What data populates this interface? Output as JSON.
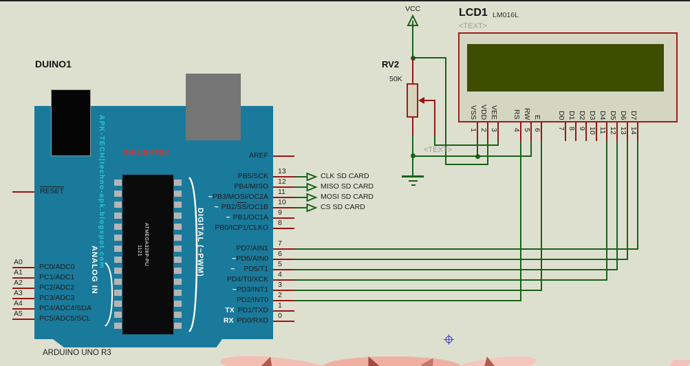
{
  "window": {
    "bg": "#dee0cf",
    "top_border": "#1f1f1f"
  },
  "colors": {
    "board_teal": "#1a7a9b",
    "wire_green": "#176117",
    "wire_red": "#961414",
    "component_red": "#9d1c1c",
    "lcd_screen": "#3f4d02",
    "lcd_body": "#d5d6c2",
    "silk_cyan": "#2fc6d4",
    "silk_red": "#c93a3a",
    "placeholder_gray": "#9c9c94",
    "origin_blue": "#4444cc"
  },
  "arduino": {
    "ref": "DUINO1",
    "name": "ARDUINO UNO R3",
    "brand": "INKUBATEK",
    "side_text": "APK-TECH|techno-apk.blogspot.com",
    "reset": "RESET",
    "aref": "AREF",
    "chip": {
      "line1": "1121",
      "line2": "ATMEGA328P-PU"
    },
    "groups": {
      "analog": "ANALOG IN",
      "digital": "DIGITAL (~PWM)"
    },
    "analog_pins": [
      {
        "pin": "A0",
        "label": "PC0/ADC0"
      },
      {
        "pin": "A1",
        "label": "PC1/ADC1"
      },
      {
        "pin": "A2",
        "label": "PC2/ADC2"
      },
      {
        "pin": "A3",
        "label": "PC3/ADC3"
      },
      {
        "pin": "A4",
        "label": "PC4/ADC4/SDA"
      },
      {
        "pin": "A5",
        "label": "PC5/ADC5/SCL"
      }
    ],
    "digital_pins_top": [
      {
        "num": "13",
        "prefix": "",
        "pre": "PB5/SCK",
        "ov": "",
        "post": ""
      },
      {
        "num": "12",
        "prefix": "",
        "pre": "PB4/MISO",
        "ov": "",
        "post": ""
      },
      {
        "num": "11",
        "prefix": "~",
        "pre": "PB3/MOSI/OC2A",
        "ov": "",
        "post": ""
      },
      {
        "num": "10",
        "prefix": "~",
        "pre": "PB2/",
        "ov": "SS",
        "post": "/OC1B"
      },
      {
        "num": "9",
        "prefix": "~",
        "pre": "PB1/OC1A",
        "ov": "",
        "post": ""
      },
      {
        "num": "8",
        "prefix": "",
        "pre": "PB0/ICP1/CLKO",
        "ov": "",
        "post": ""
      }
    ],
    "digital_pins_bottom": [
      {
        "num": "7",
        "prefix": "",
        "pre": "PD7/AIN1",
        "ov": "",
        "post": ""
      },
      {
        "num": "6",
        "prefix": "~",
        "pre": "PD6/AIN0",
        "ov": "",
        "post": ""
      },
      {
        "num": "5",
        "prefix": "~",
        "pre": "PD5/T1",
        "ov": "",
        "post": ""
      },
      {
        "num": "4",
        "prefix": "",
        "pre": "PD4/T0/XCK",
        "ov": "",
        "post": ""
      },
      {
        "num": "3",
        "prefix": "~",
        "pre": "PD3/INT1",
        "ov": "",
        "post": ""
      },
      {
        "num": "2",
        "prefix": "",
        "pre": "PD2/INT0",
        "ov": "",
        "post": ""
      },
      {
        "num": "1",
        "prefix": "TX",
        "pre": "PD1/TXD",
        "ov": "",
        "post": ""
      },
      {
        "num": "0",
        "prefix": "RX",
        "pre": "PD0/RXD",
        "ov": "",
        "post": ""
      }
    ]
  },
  "terminals": [
    {
      "label": "CLK SD CARD"
    },
    {
      "label": "MISO SD CARD"
    },
    {
      "label": "MOSI SD CARD"
    },
    {
      "label": "CS SD CARD"
    }
  ],
  "lcd": {
    "ref": "LCD1",
    "part": "LM016L",
    "placeholder": "<TEXT>",
    "pins": [
      {
        "num": "1",
        "name": "VSS"
      },
      {
        "num": "2",
        "name": "VDD"
      },
      {
        "num": "3",
        "name": "VEE"
      },
      {
        "num": "4",
        "name": "RS"
      },
      {
        "num": "5",
        "name": "RW"
      },
      {
        "num": "6",
        "name": "E"
      },
      {
        "num": "7",
        "name": "D0"
      },
      {
        "num": "8",
        "name": "D1"
      },
      {
        "num": "9",
        "name": "D2"
      },
      {
        "num": "10",
        "name": "D3"
      },
      {
        "num": "11",
        "name": "D4"
      },
      {
        "num": "12",
        "name": "D5"
      },
      {
        "num": "13",
        "name": "D6"
      },
      {
        "num": "14",
        "name": "D7"
      }
    ]
  },
  "pot": {
    "ref": "RV2",
    "value": "50K",
    "placeholder": "<TEXT>"
  },
  "power": {
    "vcc_label": "VCC"
  }
}
